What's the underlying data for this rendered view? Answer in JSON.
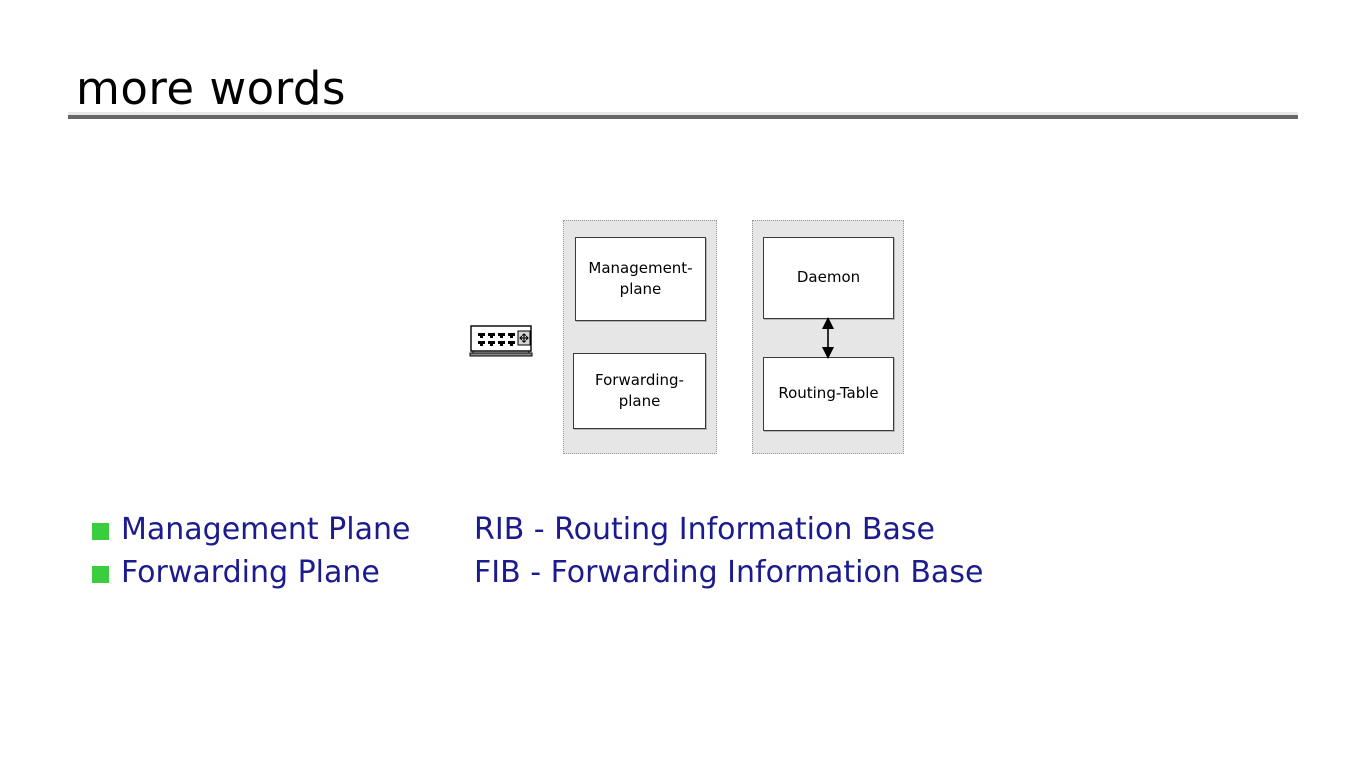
{
  "slide": {
    "title": "more words"
  },
  "diagram": {
    "device_icon_name": "router-device-icon",
    "groups": [
      {
        "name": "planes-group",
        "boxes": [
          {
            "label": "Management-\nplane",
            "label_line1": "Management-",
            "label_line2": "plane"
          },
          {
            "label": "Forwarding-\nplane",
            "label_line1": "Forwarding-",
            "label_line2": "plane"
          }
        ]
      },
      {
        "name": "control-group",
        "boxes": [
          {
            "label": "Daemon"
          },
          {
            "label": "Routing-Table"
          }
        ],
        "connector": "double-headed-vertical-arrow"
      }
    ]
  },
  "bullets": [
    {
      "label": "Management Plane",
      "marker_color": "#3ace3e"
    },
    {
      "label": "Forwarding Plane",
      "marker_color": "#3ace3e"
    }
  ],
  "expansions": [
    {
      "label": "RIB - Routing Information Base"
    },
    {
      "label": "FIB - Forwarding Information Base"
    }
  ],
  "colors": {
    "text_navy": "#1b1b8f",
    "bullet_green": "#3ace3e",
    "group_fill": "#e6e6e6",
    "group_border": "#9a9a9a",
    "rule_dark": "#666666",
    "rule_light": "#e8e8e8"
  }
}
